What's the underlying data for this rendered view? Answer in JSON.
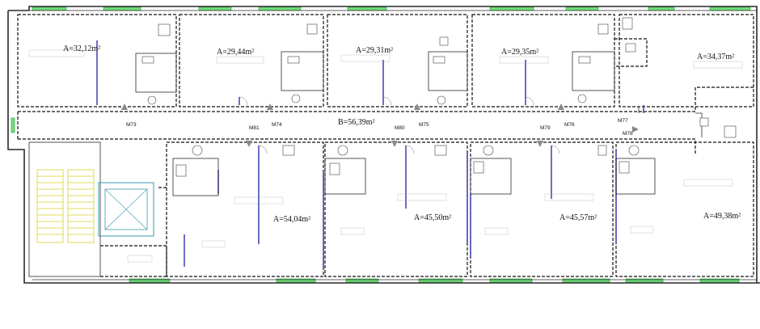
{
  "rooms": [
    {
      "id": "r1",
      "area": "A=32,12m²"
    },
    {
      "id": "r2",
      "area": "A=29,44m²"
    },
    {
      "id": "r3",
      "area": "A=29,31m²"
    },
    {
      "id": "r4",
      "area": "A=29,35m²"
    },
    {
      "id": "r5",
      "area": "A=34,37m²"
    },
    {
      "id": "corridor",
      "area": "B=56,39m²"
    },
    {
      "id": "r6",
      "area": "A=54,04m²"
    },
    {
      "id": "r7",
      "area": "A=45,50m²"
    },
    {
      "id": "r8",
      "area": "A=45,57m²"
    },
    {
      "id": "r9",
      "area": "A=49,38m²"
    }
  ],
  "doors": [
    "M73",
    "M74",
    "M75",
    "M76",
    "M77",
    "M78",
    "M79",
    "M80",
    "M81"
  ]
}
